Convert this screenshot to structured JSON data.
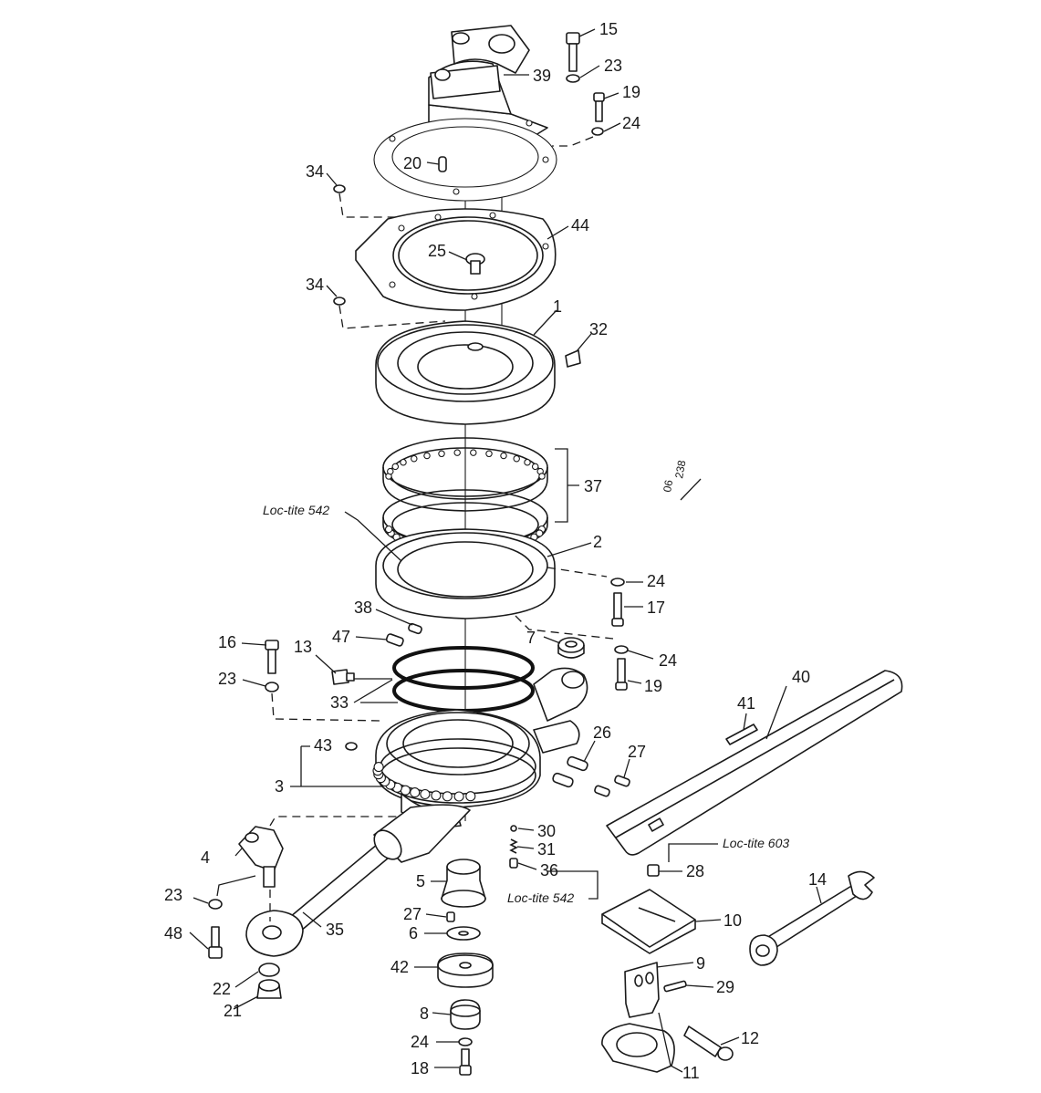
{
  "callouts": {
    "c1": "1",
    "c2": "2",
    "c3": "3",
    "c4": "4",
    "c5": "5",
    "c6": "6",
    "c7": "7",
    "c8": "8",
    "c9": "9",
    "c10": "10",
    "c11": "11",
    "c12": "12",
    "c13": "13",
    "c14": "14",
    "c15": "15",
    "c16": "16",
    "c17": "17",
    "c18": "18",
    "c19": "19",
    "c19b": "19",
    "c20": "20",
    "c21": "21",
    "c22": "22",
    "c23a": "23",
    "c23b": "23",
    "c23c": "23",
    "c24a": "24",
    "c24b": "24",
    "c24c": "24",
    "c24d": "24",
    "c25": "25",
    "c26": "26",
    "c27a": "27",
    "c27b": "27",
    "c28": "28",
    "c29": "29",
    "c30": "30",
    "c31": "31",
    "c32": "32",
    "c33": "33",
    "c34a": "34",
    "c34b": "34",
    "c35": "35",
    "c36": "36",
    "c37": "37",
    "c38": "38",
    "c39": "39",
    "c40": "40",
    "c41": "41",
    "c42": "42",
    "c43": "43",
    "c44": "44",
    "c47": "47",
    "c48": "48"
  },
  "notes": {
    "loctite_542_upper": "Loc-tite 542",
    "loctite_542_lower": "Loc-tite 542",
    "loctite_603": "Loc-tite 603"
  },
  "drawing_ref": {
    "number": "238",
    "year": "06"
  }
}
